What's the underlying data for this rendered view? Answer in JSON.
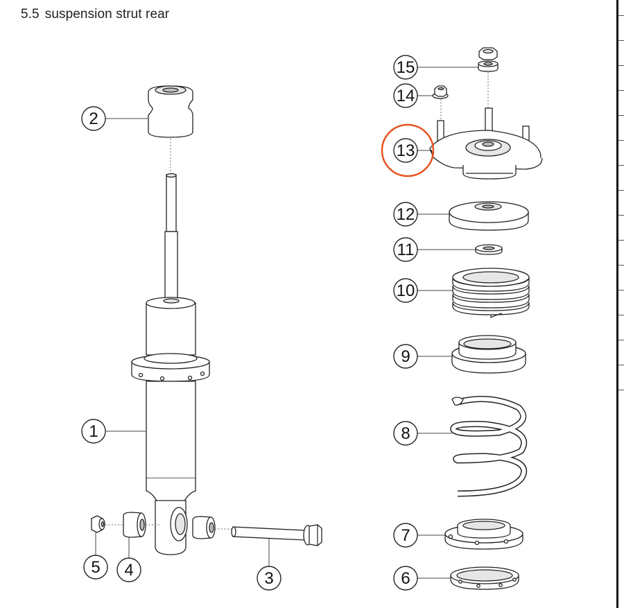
{
  "page": {
    "section_number": "5.5",
    "section_title": "suspension strut rear"
  },
  "callouts": [
    {
      "id": "c1",
      "label": "1",
      "part": "shock absorber"
    },
    {
      "id": "c2",
      "label": "2",
      "part": "bump stop"
    },
    {
      "id": "c3",
      "label": "3",
      "part": "bolt"
    },
    {
      "id": "c4",
      "label": "4",
      "part": "bushing"
    },
    {
      "id": "c5",
      "label": "5",
      "part": "nut"
    },
    {
      "id": "c6",
      "label": "6",
      "part": "lower seat ring"
    },
    {
      "id": "c7",
      "label": "7",
      "part": "adjustable spring seat"
    },
    {
      "id": "c8",
      "label": "8",
      "part": "coil spring"
    },
    {
      "id": "c9",
      "label": "9",
      "part": "upper spring seat"
    },
    {
      "id": "c10",
      "label": "10",
      "part": "helper spring"
    },
    {
      "id": "c11",
      "label": "11",
      "part": "washer"
    },
    {
      "id": "c12",
      "label": "12",
      "part": "spring plate"
    },
    {
      "id": "c13",
      "label": "13",
      "part": "top mount"
    },
    {
      "id": "c14",
      "label": "14",
      "part": "flange nut"
    },
    {
      "id": "c15",
      "label": "15",
      "part": "nut and washer"
    }
  ],
  "highlight": {
    "target": "13",
    "color": "#e8531f"
  },
  "colors": {
    "line": "#222222",
    "fill": "#ffffff",
    "shade": "#e6e6e6",
    "dark": "#bfbfbf"
  }
}
